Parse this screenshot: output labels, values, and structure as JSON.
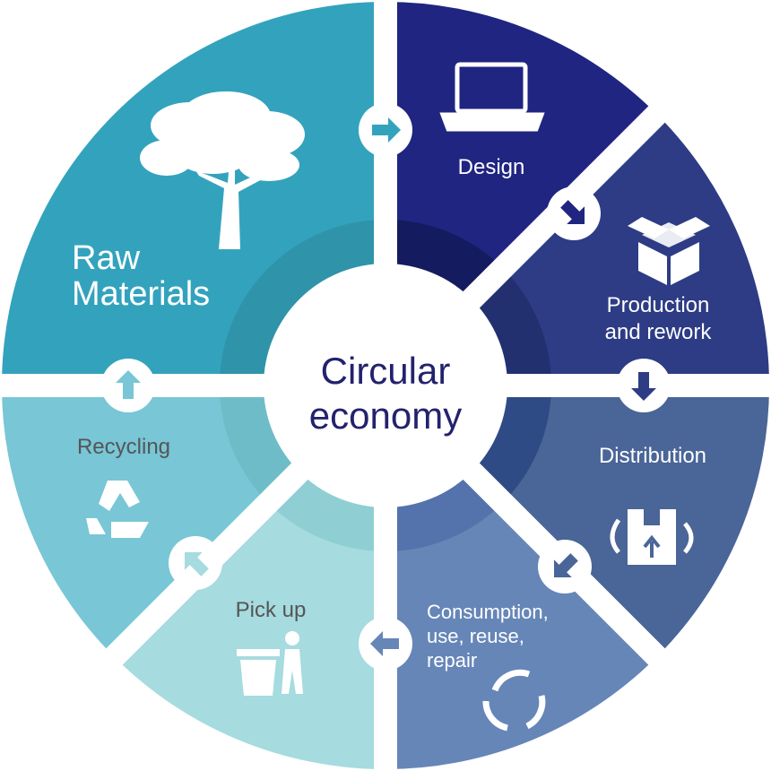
{
  "center": {
    "line1": "Circular",
    "line2": "economy",
    "color": "#23226e"
  },
  "segments": [
    {
      "id": "raw-materials",
      "lines": [
        "Raw",
        "Materials"
      ],
      "color": "#33a3bd",
      "inner": "#2f93aa",
      "text_color": "#ffffff",
      "icon": "tree-icon"
    },
    {
      "id": "design",
      "lines": [
        "Design"
      ],
      "color": "#1f2580",
      "inner": "#141b5e",
      "text_color": "#ffffff",
      "icon": "laptop-icon"
    },
    {
      "id": "production",
      "lines": [
        "Production",
        "and rework"
      ],
      "color": "#2d3c84",
      "inner": "#223070",
      "text_color": "#ffffff",
      "icon": "open-box-icon"
    },
    {
      "id": "distribution",
      "lines": [
        "Distribution"
      ],
      "color": "#4a6597",
      "inner": "#2f4b86",
      "text_color": "#ffffff",
      "icon": "package-icon"
    },
    {
      "id": "consumption",
      "lines": [
        "Consumption,",
        "use, reuse,",
        "repair"
      ],
      "color": "#6686b8",
      "inner": "#5472ab",
      "text_color": "#ffffff",
      "icon": "cycle-arrows-icon"
    },
    {
      "id": "pick-up",
      "lines": [
        "Pick up"
      ],
      "color": "#a6dbdf",
      "inner": "#8fcfd3",
      "text_color": "#555555",
      "icon": "trash-bin-person-icon"
    },
    {
      "id": "recycling",
      "lines": [
        "Recycling"
      ],
      "color": "#78c6d6",
      "inner": "#6fbcc9",
      "text_color": "#555555",
      "icon": "recycle-icon"
    }
  ],
  "arrows": [
    {
      "id": "arrow-raw-to-design",
      "icon": "arrow-right-icon",
      "color": "#33a3bd"
    },
    {
      "id": "arrow-design-to-production",
      "icon": "arrow-down-right-icon",
      "color": "#1f2580"
    },
    {
      "id": "arrow-production-to-distribution",
      "icon": "arrow-down-icon",
      "color": "#2d3c84"
    },
    {
      "id": "arrow-distribution-to-consumption",
      "icon": "arrow-down-left-icon",
      "color": "#4a6597"
    },
    {
      "id": "arrow-consumption-to-pickup",
      "icon": "arrow-left-icon",
      "color": "#6686b8"
    },
    {
      "id": "arrow-pickup-to-recycling",
      "icon": "arrow-up-left-icon",
      "color": "#a6dbdf"
    },
    {
      "id": "arrow-recycling-to-raw",
      "icon": "arrow-up-icon",
      "color": "#78c6d6"
    }
  ]
}
